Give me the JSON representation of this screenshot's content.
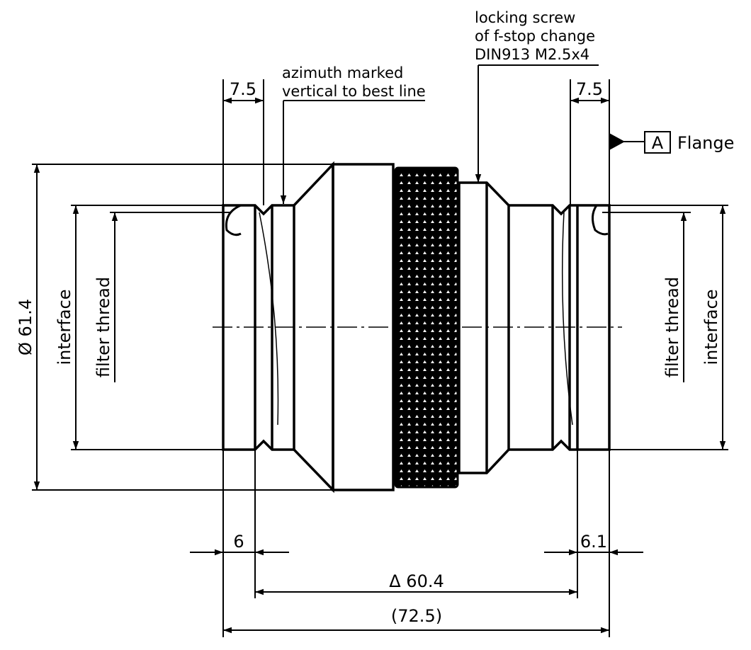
{
  "annotations": {
    "azimuth": [
      "azimuth marked",
      "vertical to best line"
    ],
    "locking_screw": [
      "locking screw",
      "of f-stop change",
      "DIN913 M2.5x4"
    ],
    "datum_letter": "A",
    "datum_label": "Flange"
  },
  "dimensions": {
    "top_left": "7.5",
    "top_right": "7.5",
    "diameter": "Ø 61.4",
    "interface_left": "interface",
    "filter_left": "filter thread",
    "interface_right": "interface",
    "filter_right": "filter thread",
    "bottom_left": "6",
    "bottom_right": "6.1",
    "delta": "Δ 60.4",
    "overall": "(72.5)"
  },
  "colors": {
    "line": "#000000",
    "background": "#ffffff"
  }
}
